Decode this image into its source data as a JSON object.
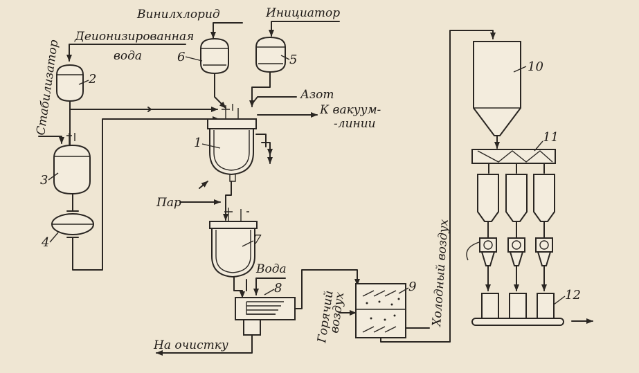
{
  "labels": {
    "vinyl_chloride": "Винилхлорид",
    "initiator": "Инициатор",
    "deionized_water_1": "Деионизированная",
    "deionized_water_2": "вода",
    "stabilizer": "Стабилизатор",
    "nitrogen": "Азот",
    "vacuum_line_1": "К вакуум-",
    "vacuum_line_2": "-линии",
    "steam": "Пар",
    "water": "Вода",
    "to_cleaning": "На очистку",
    "hot_air_1": "Горячий",
    "hot_air_2": "воздух",
    "cold_air": "Холодный воздух"
  },
  "numbers": {
    "n1": "1",
    "n2": "2",
    "n3": "3",
    "n4": "4",
    "n5": "5",
    "n6": "6",
    "n7": "7",
    "n8": "8",
    "n9": "9",
    "n10": "10",
    "n11": "11",
    "n12": "12"
  }
}
